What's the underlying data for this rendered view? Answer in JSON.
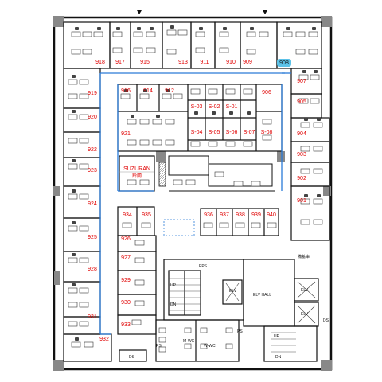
{
  "offices": [
    {
      "id": "r918",
      "label": "918"
    },
    {
      "id": "r917",
      "label": "917"
    },
    {
      "id": "r915",
      "label": "915"
    },
    {
      "id": "r913",
      "label": "913"
    },
    {
      "id": "r911",
      "label": "911"
    },
    {
      "id": "r910",
      "label": "910"
    },
    {
      "id": "r909",
      "label": "909"
    },
    {
      "id": "r908",
      "label": "908"
    },
    {
      "id": "r907",
      "label": "907"
    },
    {
      "id": "r905",
      "label": "905"
    },
    {
      "id": "r904",
      "label": "904"
    },
    {
      "id": "r903",
      "label": "903"
    },
    {
      "id": "r902",
      "label": "902"
    },
    {
      "id": "r901",
      "label": "901"
    },
    {
      "id": "r919",
      "label": "919"
    },
    {
      "id": "r920",
      "label": "920"
    },
    {
      "id": "r922",
      "label": "922"
    },
    {
      "id": "r923",
      "label": "923"
    },
    {
      "id": "r924",
      "label": "924"
    },
    {
      "id": "r925",
      "label": "925"
    },
    {
      "id": "r928",
      "label": "928"
    },
    {
      "id": "r931",
      "label": "931"
    },
    {
      "id": "r932",
      "label": "932"
    },
    {
      "id": "r916",
      "label": "916"
    },
    {
      "id": "r914",
      "label": "914"
    },
    {
      "id": "r912",
      "label": "912"
    },
    {
      "id": "r921",
      "label": "921"
    },
    {
      "id": "r906",
      "label": "906"
    },
    {
      "id": "r934",
      "label": "934"
    },
    {
      "id": "r935",
      "label": "935"
    },
    {
      "id": "r926",
      "label": "926"
    },
    {
      "id": "r927",
      "label": "927"
    },
    {
      "id": "r929",
      "label": "929"
    },
    {
      "id": "r930",
      "label": "930"
    },
    {
      "id": "r933",
      "label": "933"
    },
    {
      "id": "r936",
      "label": "936"
    },
    {
      "id": "r937",
      "label": "937"
    },
    {
      "id": "r938",
      "label": "938"
    },
    {
      "id": "r939",
      "label": "939"
    },
    {
      "id": "r940",
      "label": "940"
    }
  ],
  "small_offices": [
    {
      "id": "s03",
      "label": "S-03"
    },
    {
      "id": "s02",
      "label": "S-02"
    },
    {
      "id": "s01",
      "label": "S-01"
    },
    {
      "id": "s04",
      "label": "S-04"
    },
    {
      "id": "s05",
      "label": "S-05"
    },
    {
      "id": "s06",
      "label": "S-06"
    },
    {
      "id": "s07",
      "label": "S-07"
    },
    {
      "id": "s08",
      "label": "S-08"
    }
  ],
  "suzuran": {
    "name": "SUZURAN",
    "sub": "鈴蘭"
  },
  "facility_labels": {
    "eps": "EPS",
    "up1": "UP",
    "dn1": "DN",
    "elv1": "ELV",
    "elv_hall": "ELV HALL",
    "elv2": "ELV",
    "elv3": "ELV",
    "ps1": "PS",
    "mwc": "M-WC",
    "wwc": "W-WC",
    "ps2": "PS",
    "up2": "UP",
    "dn2": "DN",
    "ds1": "DS",
    "ds2": "DS",
    "storage": "備蓄庫"
  },
  "colors": {
    "room_label": "#e00000",
    "wall": "#111111",
    "corridor_line": "#2a7bd8",
    "highlight": "#5cc2e8",
    "pillar": "#888888"
  }
}
